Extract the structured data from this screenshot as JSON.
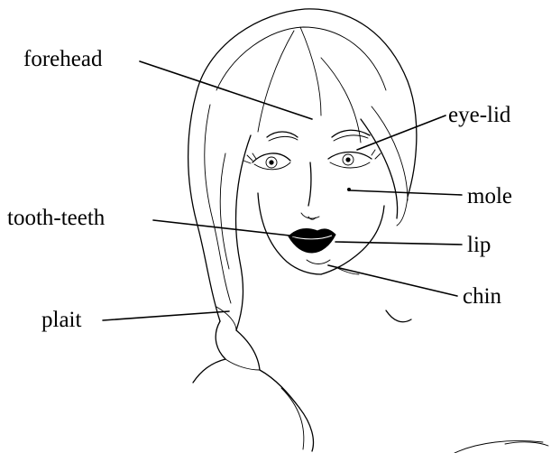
{
  "labels": {
    "forehead": "forehead",
    "eye_lid": "eye-lid",
    "mole": "mole",
    "tooth_teeth": "tooth-teeth",
    "lip": "lip",
    "chin": "chin",
    "plait": "plait"
  }
}
